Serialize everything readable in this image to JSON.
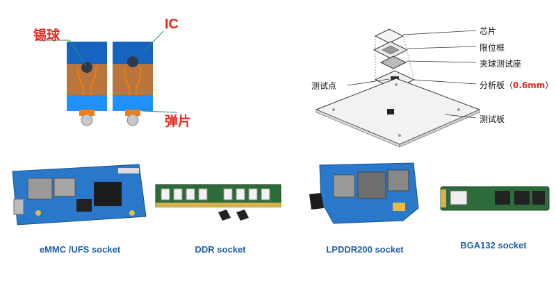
{
  "cross_section": {
    "solder_ball_label": "锡球",
    "ic_label": "IC",
    "spring_label": "弹片"
  },
  "exploded_view": {
    "chip_label": "芯片",
    "limit_frame_label": "限位框",
    "clamp_socket_label": "夹球测试座",
    "test_point_label": "测试点",
    "analysis_board_label": "分析板（",
    "analysis_board_value": "0.6mm",
    "analysis_board_close": "）",
    "test_board_label": "测试板"
  },
  "products": [
    {
      "caption": "eMMC /UFS socket"
    },
    {
      "caption": "DDR socket"
    },
    {
      "caption": "LPDDR200 socket"
    },
    {
      "caption": "BGA132 socket"
    }
  ],
  "colors": {
    "label_red": "#e8281e",
    "caption_blue": "#1f5fa8",
    "ic_blue": "#1565c0",
    "body_brown": "#b8753d",
    "pcb_blue": "#2a78c9",
    "pcb_green": "#2e6b3a"
  }
}
